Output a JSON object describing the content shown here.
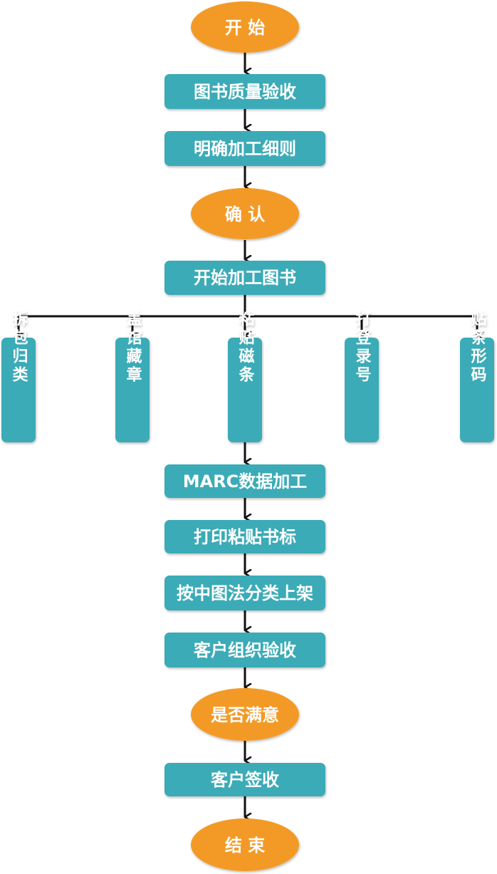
{
  "colors": {
    "oval": "#f39a27",
    "box": "#3aabb7",
    "line": "#111111"
  },
  "nodes": {
    "start": "开 始",
    "quality_check": "图书质量验收",
    "clarify_rules": "明确加工细则",
    "confirm": "确 认",
    "start_processing": "开始加工图书",
    "unpack": "拆包归类",
    "stamp": "盖馆藏章",
    "magnetic": "粘贴磁条",
    "register": "打登录号",
    "barcode": "贴条形码",
    "marc": "MARC数据加工",
    "print_label": "打印粘贴书标",
    "shelve": "按中图法分类上架",
    "customer_check": "客户组织验收",
    "satisfied": "是否满意",
    "customer_sign": "客户签收",
    "end": "结 束"
  }
}
